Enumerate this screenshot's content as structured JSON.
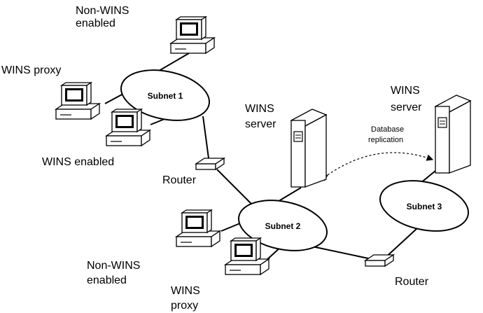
{
  "labels": {
    "non_wins_top": [
      "Non-WINS",
      "enabled"
    ],
    "wins_proxy_left": "WINS proxy",
    "wins_enabled": "WINS enabled",
    "router_left": "Router",
    "wins_server_mid": [
      "WINS",
      "server"
    ],
    "wins_server_right": [
      "WINS",
      "server"
    ],
    "database_replication": [
      "Database",
      "replication"
    ],
    "non_wins_bottom": [
      "Non-WINS",
      "enabled"
    ],
    "wins_proxy_bottom": [
      "WINS",
      "proxy"
    ],
    "router_right": "Router"
  },
  "subnets": [
    "Subnet 1",
    "Subnet 2",
    "Subnet 3"
  ]
}
